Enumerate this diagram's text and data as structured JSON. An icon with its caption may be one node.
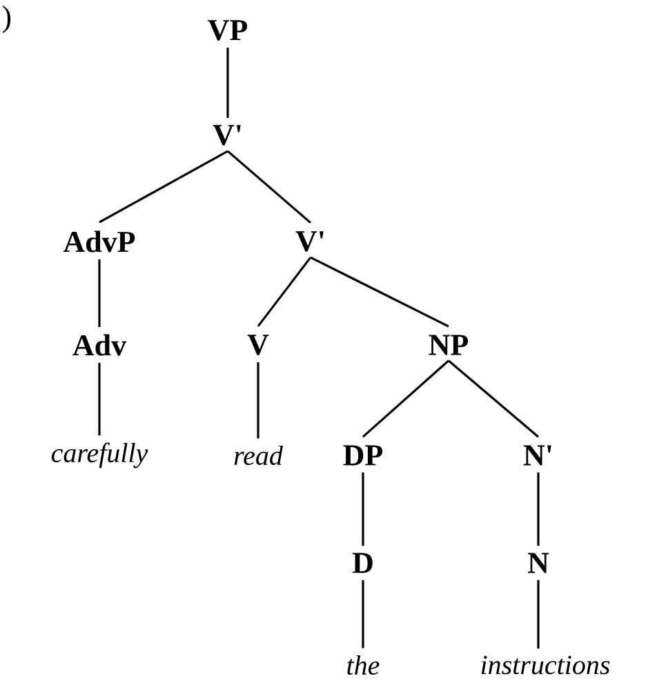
{
  "diagram": {
    "nodes": [
      {
        "text": [
          "VP"
        ]
      },
      {
        "text": [
          "V'"
        ]
      },
      {
        "text": [
          "AdvP"
        ]
      },
      {
        "text": [
          "V'"
        ]
      },
      {
        "text": [
          "Adv"
        ]
      },
      {
        "text": [
          "V"
        ]
      },
      {
        "text": [
          "NP"
        ]
      },
      {
        "text": [
          "carefully"
        ]
      },
      {
        "text": [
          "read"
        ]
      },
      {
        "text": [
          "DP"
        ]
      },
      {
        "text": [
          "N'"
        ]
      },
      {
        "text": [
          "D"
        ]
      },
      {
        "text": [
          "N"
        ]
      },
      {
        "text": [
          "the"
        ]
      },
      {
        "text": [
          "instructions"
        ]
      }
    ],
    "edges": [
      {
        "from": 0,
        "to": 1,
        "arrow": "none"
      },
      {
        "from": 1,
        "to": 2,
        "arrow": "none"
      },
      {
        "from": 1,
        "to": 3,
        "arrow": "none"
      },
      {
        "from": 2,
        "to": 4,
        "arrow": "none"
      },
      {
        "from": 3,
        "to": 5,
        "arrow": "none"
      },
      {
        "from": 3,
        "to": 6,
        "arrow": "none"
      },
      {
        "from": 4,
        "to": 7,
        "arrow": "none"
      },
      {
        "from": 5,
        "to": 8,
        "arrow": "none"
      },
      {
        "from": 6,
        "to": 9,
        "arrow": "none"
      },
      {
        "from": 6,
        "to": 10,
        "arrow": "none"
      },
      {
        "from": 9,
        "to": 11,
        "arrow": "none"
      },
      {
        "from": 10,
        "to": 12,
        "arrow": "none"
      },
      {
        "from": 11,
        "to": 13,
        "arrow": "none"
      },
      {
        "from": 12,
        "to": 14,
        "arrow": "none"
      }
    ],
    "labels": [
      ")"
    ]
  }
}
